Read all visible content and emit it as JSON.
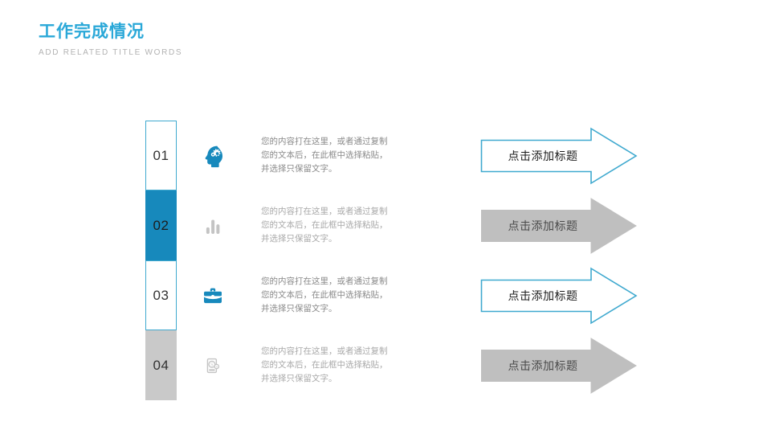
{
  "header": {
    "title": "工作完成情况",
    "subtitle": "ADD RELATED TITLE WORDS",
    "title_color": "#2aa8d8",
    "subtitle_color": "#b2b2b2"
  },
  "theme": {
    "teal": "#1789bc",
    "teal_outline": "#3fa9cf",
    "gray_fill": "#c9c9c9",
    "gray_icon": "#c4c4c4",
    "body_text_gray": "#8e8e8e"
  },
  "rows": [
    {
      "number": "01",
      "number_style": "outline",
      "icon": "head-with-gears-icon",
      "icon_color": "#1789bc",
      "body": "您的内容打在这里，或者通过复制您的文本后，在此框中选择粘贴，并选择只保留文字。",
      "body_lines": [
        "您的内容打在这里，或者通过复制",
        "您的文本后，在此框中选择粘贴，",
        "并选择只保留文字。"
      ],
      "arrow_label": "点击添加标题",
      "arrow_style": "outline-teal"
    },
    {
      "number": "02",
      "number_style": "filled-teal",
      "icon": "bar-chart-icon",
      "icon_color": "#c4c4c4",
      "body": "您的内容打在这里，或者通过复制您的文本后，在此框中选择粘贴，并选择只保留文字。",
      "body_lines": [
        "您的内容打在这里，或者通过复制",
        "您的文本后，在此框中选择粘贴，",
        "并选择只保留文字。"
      ],
      "arrow_label": "点击添加标题",
      "arrow_style": "filled-gray"
    },
    {
      "number": "03",
      "number_style": "outline",
      "icon": "briefcase-icon",
      "icon_color": "#1789bc",
      "body": "您的内容打在这里，或者通过复制您的文本后，在此框中选择粘贴，并选择只保留文字。",
      "body_lines": [
        "您的内容打在这里，或者通过复制",
        "您的文本后，在此框中选择粘贴，",
        "并选择只保留文字。"
      ],
      "arrow_label": "点击添加标题",
      "arrow_style": "outline-teal"
    },
    {
      "number": "04",
      "number_style": "filled-gray",
      "icon": "mobile-payment-icon",
      "icon_color": "#c4c4c4",
      "body": "您的内容打在这里，或者通过复制您的文本后，在此框中选择粘贴，并选择只保留文字。",
      "body_lines": [
        "您的内容打在这里，或者通过复制",
        "您的文本后，在此框中选择粘贴，",
        "并选择只保留文字。"
      ],
      "arrow_label": "点击添加标题",
      "arrow_style": "filled-gray"
    }
  ]
}
